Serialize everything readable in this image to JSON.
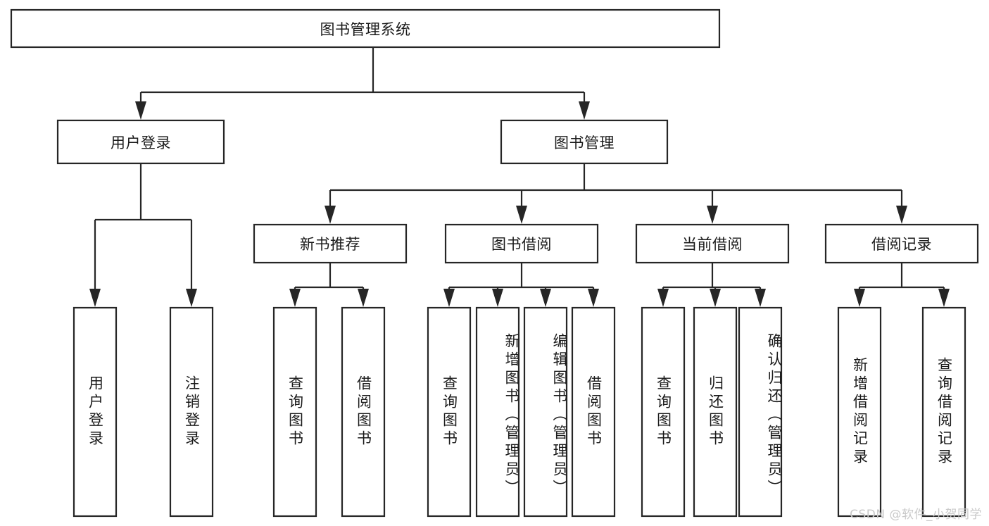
{
  "diagram": {
    "type": "tree-hierarchy",
    "title": "图书管理系统",
    "root": {
      "label": "图书管理系统"
    },
    "level2": [
      {
        "label": "用户登录"
      },
      {
        "label": "图书管理"
      }
    ],
    "level3": [
      {
        "label": "新书推荐"
      },
      {
        "label": "图书借阅"
      },
      {
        "label": "当前借阅"
      },
      {
        "label": "借阅记录"
      }
    ],
    "leaves": {
      "user_login": [
        {
          "label": "用户登录"
        },
        {
          "label": "注销登录"
        }
      ],
      "new_book_recommend": [
        {
          "label": "查询图书"
        },
        {
          "label": "借阅图书"
        }
      ],
      "book_borrow": [
        {
          "label": "查询图书"
        },
        {
          "label": "新增图书（管理员）"
        },
        {
          "label": "编辑图书（管理员）"
        },
        {
          "label": "借阅图书"
        }
      ],
      "current_borrow": [
        {
          "label": "查询图书"
        },
        {
          "label": "归还图书"
        },
        {
          "label": "确认归还（管理员）"
        }
      ],
      "borrow_record": [
        {
          "label": "新增借阅记录"
        },
        {
          "label": "查询借阅记录"
        }
      ]
    }
  },
  "watermark": {
    "text": "CSDN @软件_小贺同学"
  },
  "colors": {
    "stroke": "#262626",
    "box_fill": "#ffffff",
    "text": "#1a1a1a",
    "watermark": "#c9c9c9",
    "background": "#ffffff"
  }
}
